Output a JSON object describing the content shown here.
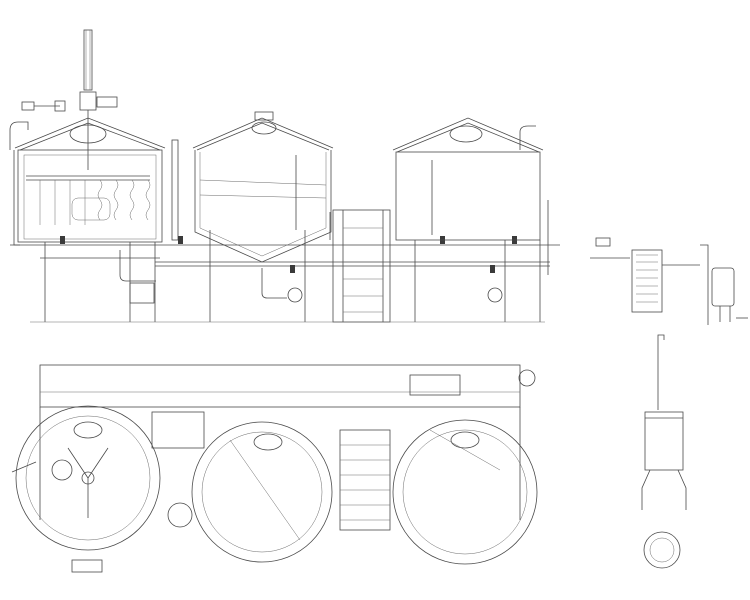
{
  "drawing": {
    "line_color": "#4a4a4a",
    "background": "#ffffff",
    "views": [
      "front-elevation",
      "plan-view",
      "heat-exchanger-detail",
      "vessel-detail"
    ]
  }
}
